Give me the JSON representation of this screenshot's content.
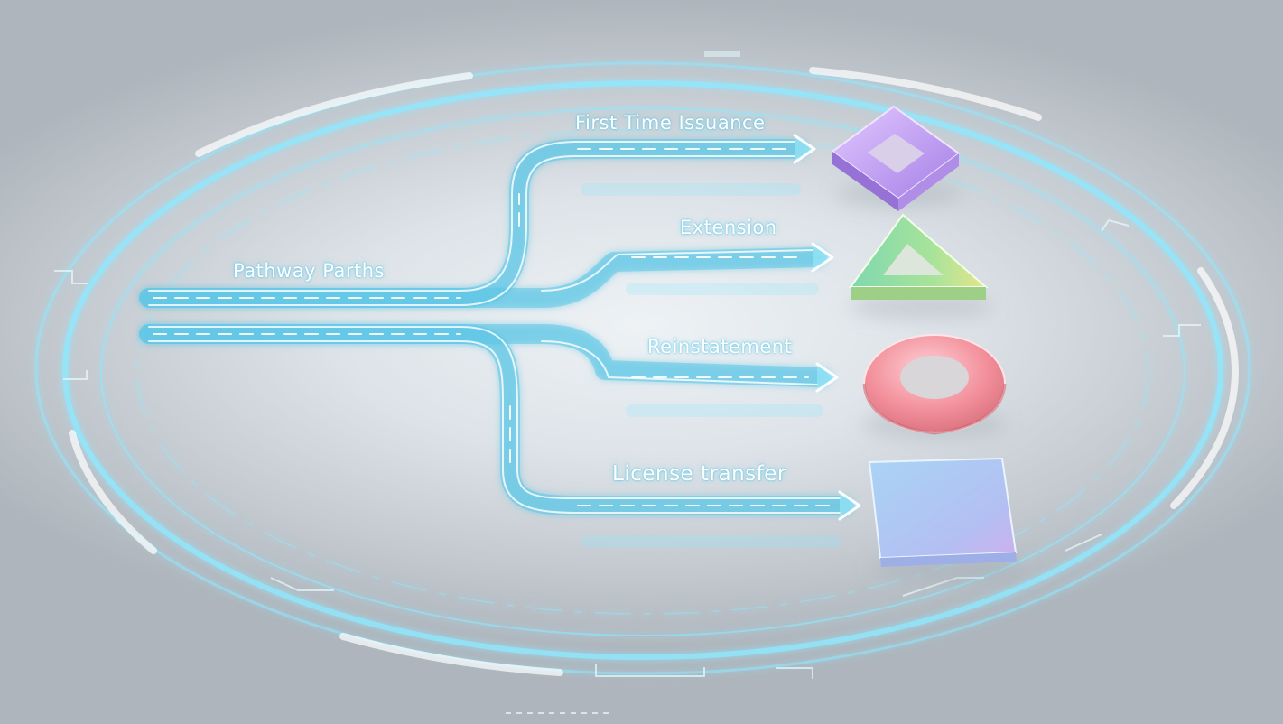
{
  "diagram": {
    "source_label": "Pathway Parths",
    "paths": [
      {
        "label": "First Time Issuance",
        "shape": "square-ring",
        "color": "#c49ef0"
      },
      {
        "label": "Extension",
        "shape": "triangle-ring",
        "color": "#8fdc9a"
      },
      {
        "label": "Reinstatement",
        "shape": "torus",
        "color": "#f3929c"
      },
      {
        "label": "License transfer",
        "shape": "square-tile",
        "color": "#a7c8f2"
      }
    ]
  },
  "colors": {
    "glow": "#8fe8ff",
    "road": "#5fc6e6",
    "floor": "#dde3e8"
  }
}
